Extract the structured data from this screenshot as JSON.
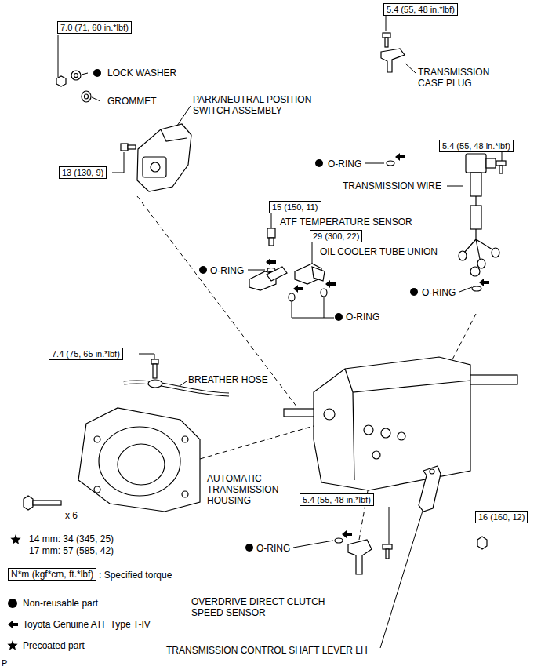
{
  "diagram": {
    "nodes": [
      {
        "text": [
          "7.0 (71, 60 in.*lbf)"
        ]
      },
      {
        "text": [
          "5.4 (55, 48 in.*lbf)"
        ]
      },
      {
        "text": [
          "5.4 (55, 48 in.*lbf)"
        ]
      },
      {
        "text": [
          "13 (130, 9)"
        ]
      },
      {
        "text": [
          "15 (150, 11)"
        ]
      },
      {
        "text": [
          "29 (300, 22)"
        ]
      },
      {
        "text": [
          "7.4 (75, 65 in.*lbf)"
        ]
      },
      {
        "text": [
          "5.4 (55, 48 in.*lbf)"
        ]
      },
      {
        "text": [
          "16 (160, 12)"
        ]
      },
      {
        "text": [
          "N*m (kgf*cm, ft.*lbf)"
        ]
      }
    ],
    "labels": [
      "LOCK WASHER",
      "GROMMET",
      "PARK/NEUTRAL POSITION SWITCH ASSEMBLY",
      "TRANSMISSION CASE PLUG",
      "O-RING",
      "TRANSMISSION WIRE",
      "ATF TEMPERATURE SENSOR",
      "OIL COOLER TUBE UNION",
      "O-RING",
      "O-RING",
      "O-RING",
      "BREATHER HOSE",
      "AUTOMATIC TRANSMISSION HOUSING",
      "x 6",
      "14 mm: 34 (345, 25)",
      "17 mm: 57 (585, 42)",
      "O-RING",
      "OVERDRIVE DIRECT CLUTCH SPEED SENSOR",
      "TRANSMISSION CONTROL SHAFT LEVER LH",
      "P"
    ],
    "legend": [
      {
        "text": ": Specified torque"
      },
      {
        "text": "Non-reusable part"
      },
      {
        "text": "Toyota Genuine ATF Type T-IV"
      },
      {
        "text": "Precoated part"
      }
    ]
  }
}
